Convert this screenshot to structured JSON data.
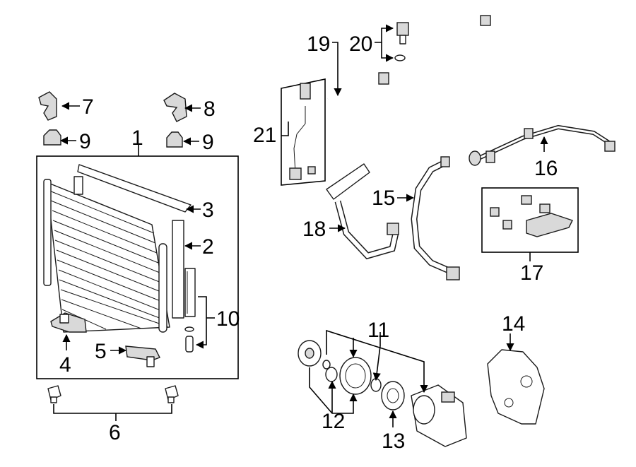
{
  "diagram": {
    "callouts": {
      "c1": "1",
      "c2": "2",
      "c3": "3",
      "c4": "4",
      "c5": "5",
      "c6": "6",
      "c7": "7",
      "c8": "8",
      "c9a": "9",
      "c9b": "9",
      "c10": "10",
      "c11": "11",
      "c12": "12",
      "c13": "13",
      "c14": "14",
      "c15": "15",
      "c16": "16",
      "c17": "17",
      "c18": "18",
      "c19": "19",
      "c20": "20",
      "c21": "21"
    },
    "colors": {
      "line": "#000000",
      "shade": "#d9d9d9",
      "background": "#ffffff"
    }
  }
}
